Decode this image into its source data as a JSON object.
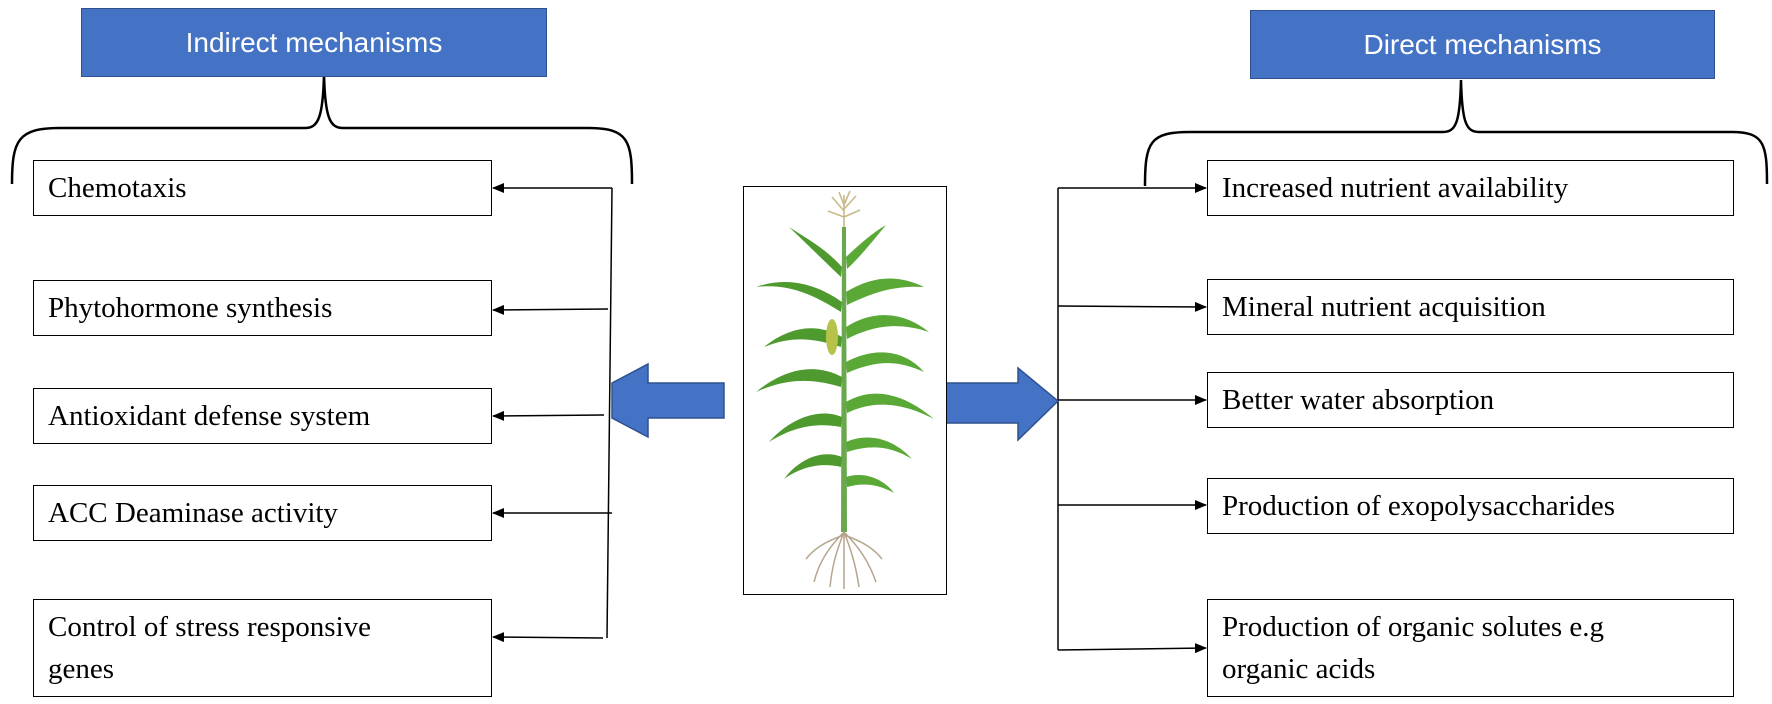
{
  "indirect": {
    "header": "Indirect mechanisms",
    "items": [
      "Chemotaxis",
      "Phytohormone synthesis",
      "Antioxidant defense system",
      "ACC Deaminase activity",
      "Control of stress responsive genes"
    ]
  },
  "direct": {
    "header": "Direct mechanisms",
    "items": [
      "Increased nutrient availability",
      "Mineral nutrient acquisition",
      "Better water absorption",
      "Production of exopolysaccharides",
      "Production of organic solutes e.g organic acids"
    ]
  },
  "colors": {
    "header_fill": "#4472c4",
    "arrow_fill": "#4472c4",
    "stem_green": "#6aa84f",
    "leaf_green": "#4e9a2e"
  },
  "icons": {
    "center": "maize-plant-icon",
    "left_arrow": "block-arrow-left-icon",
    "right_arrow": "block-arrow-right-icon"
  }
}
